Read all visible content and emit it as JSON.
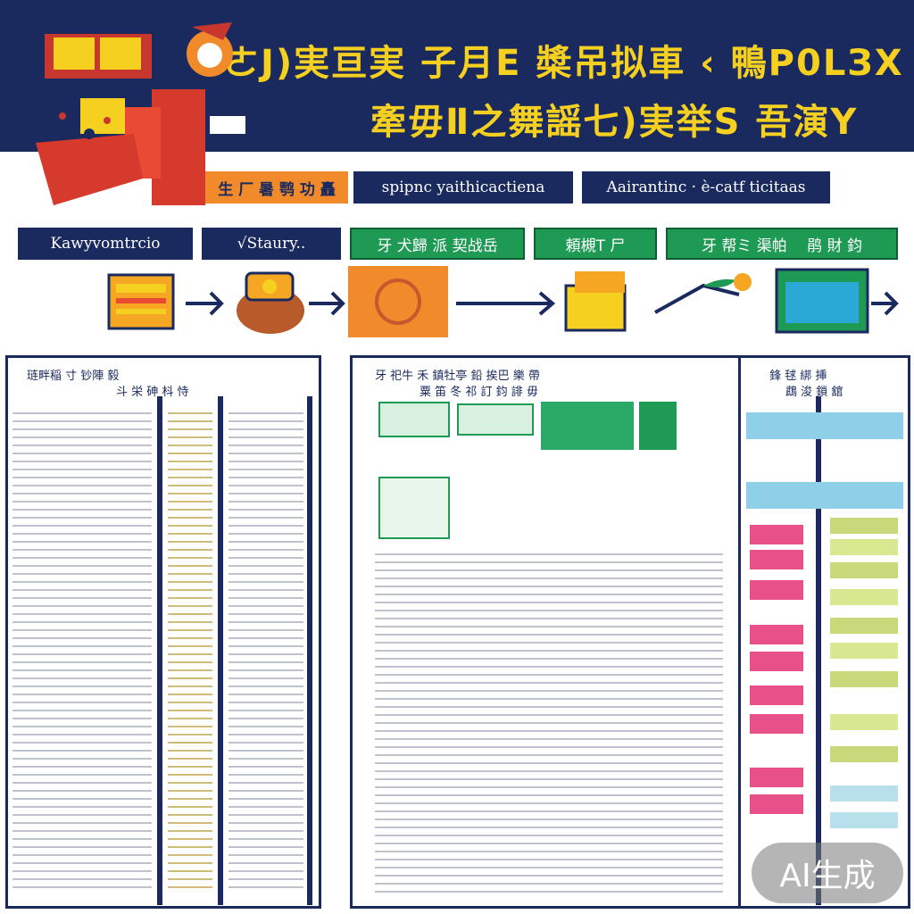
{
  "header": {
    "title_line1": "ㄜJ)実亘実 子月E 槳吊拟車 ‹ 鴨P0LЗX",
    "title_line2": "牽毋Ⅱ之舞謡七)実举S 吾演Y"
  },
  "labels": {
    "orange_tag": "生 厂 暑 鹗 功 矗",
    "subtitle_a": "spipnc yaithicactiena",
    "subtitle_b": "Aairantinc · è-catf ticitaas",
    "nav_1": "Kawyvomtrcio",
    "nav_2": "√Staury..",
    "nav_3": "牙 犬歸 派 契战岳",
    "nav_4": "頼槻T 尸",
    "nav_5": "牙 帮ミ 渠帕 　鹃 財 鈞"
  },
  "panels": {
    "left_caption": "琏畔稲 寸 钞陣 毅",
    "left_caption_2": "斗 栄 砷 枓 恃",
    "middle_caption": "牙 祀牛 禾 鎮牡亭 鉛 挨巴 樂 帶",
    "middle_caption_2": "粟 笛 冬 祁 訂 鈞 誹 毋",
    "right_caption": "鋒 毬 綁 挿",
    "right_caption_2": "鵡 浚 鎖 舘"
  },
  "badge": {
    "text": "AI生成"
  },
  "colors": {
    "navy": "#1a2a5e",
    "yellow": "#f5d020",
    "green": "#1f9a55",
    "orange": "#f08a2a",
    "pink": "#e8508a",
    "cyan": "#8fd0e8"
  },
  "icons": [
    "cash-register-icon",
    "wallet-hand-icon",
    "orange-card-icon",
    "documents-icon",
    "sprout-arrow-icon",
    "laptop-icon"
  ]
}
